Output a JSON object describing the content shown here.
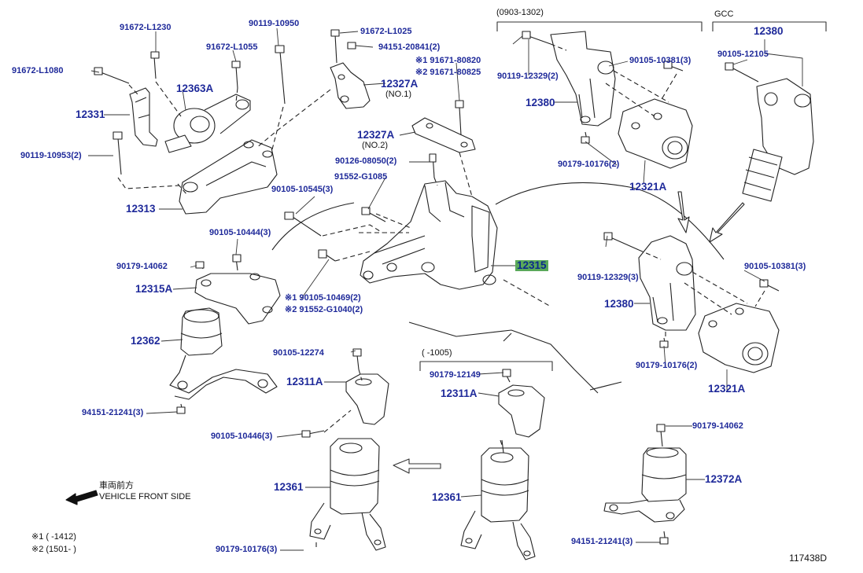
{
  "labels": {
    "l01": "91672-L1230",
    "l02": "90119-10950",
    "l03": "91672-L1055",
    "l04": "91672-L1080",
    "l05": "12363A",
    "l06": "12331",
    "l07": "90119-10953(2)",
    "l08": "12313",
    "l09": "91672-L1025",
    "l10": "94151-20841(2)",
    "l11": "※1 91671-80820",
    "l12": "※2 91671-80825",
    "l13": "12327A",
    "l14": "(NO.1)",
    "l15": "12327A",
    "l16": "(NO.2)",
    "l17": "90126-08050(2)",
    "l18": "91552-G1085",
    "l19": "90105-10545(3)",
    "l20": "90105-10444(3)",
    "l21": "12315",
    "l22": "90179-14062",
    "l23": "12315A",
    "l24": "※1 90105-10469(2)",
    "l25": "※2 91552-G1040(2)",
    "l26": "12362",
    "l27": "90105-12274",
    "l28": "12311A",
    "l29": "94151-21241(3)",
    "l30": "90105-10446(3)",
    "l31": "12361",
    "l32": "90179-10176(3)",
    "l33": "(       -1005)",
    "l34": "90179-12149",
    "l35": "12311A",
    "l36": "12361",
    "l37": "(0903-1302)",
    "l38": "GCC",
    "l39": "12380",
    "l40": "90105-12105",
    "l41": "90105-10381(3)",
    "l42": "90119-12329(2)",
    "l43": "12380",
    "l44": "90179-10176(2)",
    "l45": "12321A",
    "l46": "90105-10381(3)",
    "l47": "90119-12329(3)",
    "l48": "12380",
    "l49": "90179-10176(2)",
    "l50": "12321A",
    "l51": "90179-14062",
    "l52": "12372A",
    "l53": "94151-21241(3)"
  },
  "notes": {
    "front_jp": "車両前方",
    "front_en": "VEHICLE FRONT SIDE",
    "foot1": "※1 (        -1412)",
    "foot2": "※2 (1501-        )",
    "ref": "117438D"
  },
  "colors": {
    "label_blue": "#1f2a9a",
    "highlight_green": "#5aa95a",
    "line": "#222222"
  }
}
